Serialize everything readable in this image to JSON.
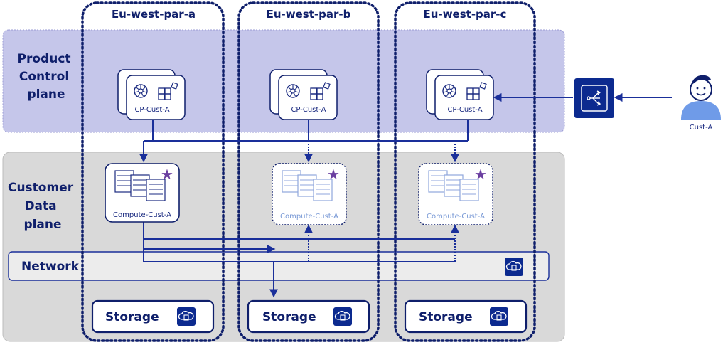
{
  "planes": {
    "control": {
      "lines": [
        "Product",
        "Control",
        "plane"
      ]
    },
    "data": {
      "lines": [
        "Customer",
        "Data",
        "plane"
      ]
    }
  },
  "zones": [
    {
      "title": "Eu-west-par-a",
      "cp_label": "CP-Cust-A",
      "compute_label": "Compute-Cust-A",
      "compute_active": true,
      "storage_label": "Storage"
    },
    {
      "title": "Eu-west-par-b",
      "cp_label": "CP-Cust-A",
      "compute_label": "Compute-Cust-A",
      "compute_active": false,
      "storage_label": "Storage"
    },
    {
      "title": "Eu-west-par-c",
      "cp_label": "CP-Cust-A",
      "compute_label": "Compute-Cust-A",
      "compute_active": false,
      "storage_label": "Storage"
    }
  ],
  "network": {
    "label": "Network"
  },
  "customer": {
    "label": "Cust-A"
  },
  "colors": {
    "navy": "#0f1f6b",
    "line": "#1a2f9a",
    "control_plane_bg": "#c5c6ea",
    "data_plane_bg": "#d9d9d9",
    "accent_star": "#6b3fa0",
    "lb_bg": "#0c2a8f"
  },
  "icons": {
    "kubernetes": "kubernetes-icon",
    "instance": "instance-icon",
    "server_stack": "server-stack-icon",
    "star": "star-icon",
    "load_balancer": "load-balancer-icon",
    "storage": "cloud-storage-icon",
    "network": "cloud-network-icon",
    "user": "user-avatar-icon"
  }
}
